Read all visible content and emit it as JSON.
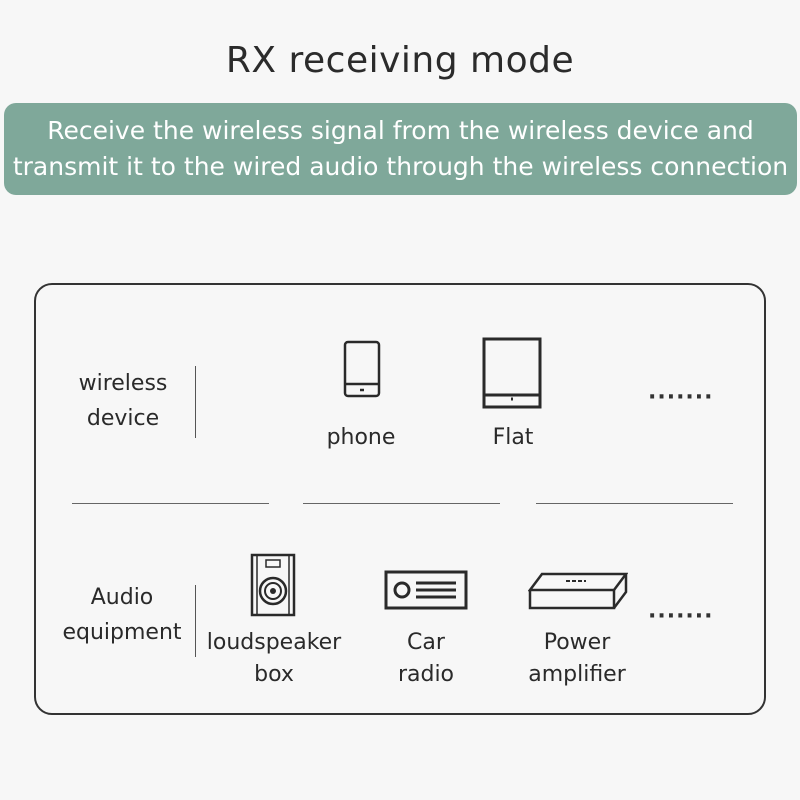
{
  "header": {
    "title": "RX receiving mode",
    "banner_line1": "Receive the wireless signal from the wireless device and",
    "banner_line2": "transmit it to the wired audio through the wireless connection"
  },
  "wireless_row": {
    "label_line1": "wireless",
    "label_line2": "device",
    "items": [
      {
        "label": "phone",
        "icon": "phone-icon"
      },
      {
        "label": "Flat",
        "icon": "tablet-icon"
      }
    ],
    "more": "·······"
  },
  "audio_row": {
    "label_line1": "Audio",
    "label_line2": "equipment",
    "items": [
      {
        "label_line1": "loudspeaker",
        "label_line2": "box",
        "icon": "speaker-icon"
      },
      {
        "label_line1": "Car",
        "label_line2": "radio",
        "icon": "car-radio-icon"
      },
      {
        "label_line1": "Power",
        "label_line2": "amplifier",
        "icon": "amplifier-icon"
      }
    ],
    "more": "·······"
  },
  "colors": {
    "banner": "#7fa89a",
    "border": "#333333",
    "background": "#f7f7f7"
  }
}
